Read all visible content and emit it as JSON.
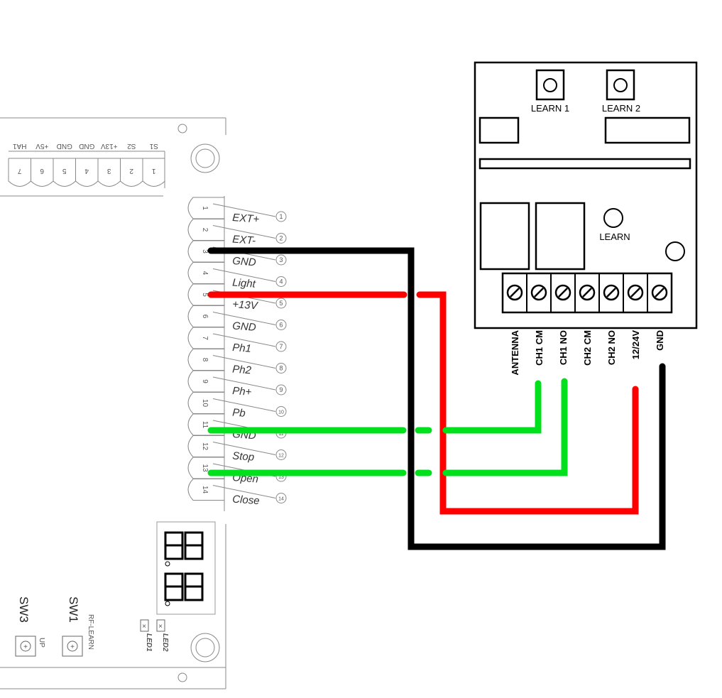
{
  "controller": {
    "top_header_labels": [
      "HA1",
      "+5V",
      "GND",
      "GND",
      "+13V",
      "S2",
      "S1"
    ],
    "top_header_numbers": [
      "7",
      "6",
      "5",
      "4",
      "3",
      "2",
      "1"
    ],
    "terminals": [
      {
        "num": "1",
        "label": "EXT+",
        "circle": "1"
      },
      {
        "num": "2",
        "label": "EXT-",
        "circle": "2"
      },
      {
        "num": "3",
        "label": "GND",
        "circle": "3"
      },
      {
        "num": "4",
        "label": "Light",
        "circle": "4"
      },
      {
        "num": "5",
        "label": "+13V",
        "circle": "5"
      },
      {
        "num": "6",
        "label": "GND",
        "circle": "6"
      },
      {
        "num": "7",
        "label": "Ph1",
        "circle": "7"
      },
      {
        "num": "8",
        "label": "Ph2",
        "circle": "8"
      },
      {
        "num": "9",
        "label": "Ph+",
        "circle": "9"
      },
      {
        "num": "10",
        "label": "Pb",
        "circle": "10"
      },
      {
        "num": "11",
        "label": "GND",
        "circle": "11"
      },
      {
        "num": "12",
        "label": "Stop",
        "circle": "12"
      },
      {
        "num": "13",
        "label": "Open",
        "circle": "13"
      },
      {
        "num": "14",
        "label": "Close",
        "circle": "14"
      }
    ],
    "switches": {
      "sw3": "SW3",
      "sw3_caption": "UP",
      "sw1": "SW1",
      "sw1_caption": "RF-LEARN"
    },
    "leds": {
      "led1": "LED1",
      "led2": "LED2"
    }
  },
  "receiver": {
    "learn1": "LEARN 1",
    "learn2": "LEARN 2",
    "learn": "LEARN",
    "terminal_labels": [
      "ANTENNA",
      "CH1 CM",
      "CH1 NO",
      "CH2 CM",
      "CH2 NO",
      "12/24V",
      "GND"
    ]
  },
  "colors": {
    "black_wire": "#000000",
    "red_wire": "#ff0000",
    "green_wire": "#00e01c"
  }
}
